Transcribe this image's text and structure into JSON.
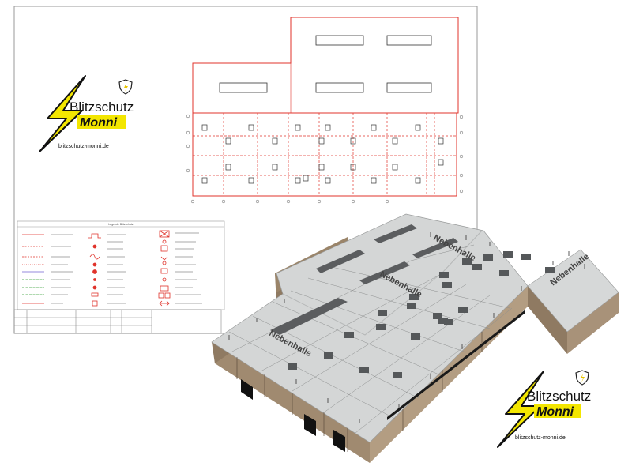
{
  "logo_main": {
    "line1": "Blitzschutz",
    "line2": "Monni",
    "url": "blitzschutz-monni.de"
  },
  "logo_secondary": {
    "line1": "Blitzschutz",
    "line2": "Monni",
    "url": "blitzschutz-monni.de"
  },
  "legend": {
    "title": "Legende Blitzschutz"
  },
  "building_labels": [
    "Nebenhalle",
    "Nebenhalle",
    "Nebenhalle",
    "Nebenhalle"
  ],
  "colors": {
    "plan_red": "#e0332b",
    "roof_gray": "#d4d6d6",
    "wall_brown": "#a89279",
    "wall_brown_dark": "#8f7a62",
    "skylight": "#5b5d5f",
    "logo_yellow": "#f3e600"
  }
}
